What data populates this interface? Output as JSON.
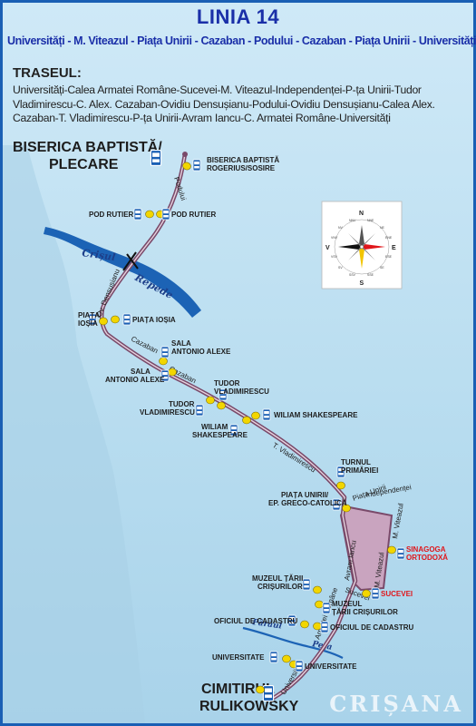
{
  "header": {
    "title": "LINIA 14",
    "subtitle": "Universități - M. Viteazul - Piața Unirii - Cazaban - Podului - Cazaban - Piața Unirii - Universități"
  },
  "route": {
    "label": "TRASEUL:",
    "description": "Universități-Calea Armatei Române-Sucevei-M. Viteazul-Independenței-P-ța Unirii-Tudor Vladimirescu-C. Alex. Cazaban-Ovidiu Densușianu-Podului-Ovidiu Densușianu-Calea Alex. Cazaban-T. Vladimirescu-P-ța Unirii-Avram Iancu-C. Armatei Române-Universități"
  },
  "terminals": {
    "start_line1": "BISERICA BAPTISTĂ/",
    "start_line2": "PLECARE",
    "end_line1": "CIMITIRUL",
    "end_line2": "RULIKOWSKY"
  },
  "stops": {
    "rogerius_1": "BISERICA BAPTISTĂ",
    "rogerius_2": "ROGERIUS/SOSIRE",
    "pod_rutier_left": "POD RUTIER",
    "pod_rutier_right": "POD RUTIER",
    "piata_iosia_left_1": "PIAȚA",
    "piata_iosia_left_2": "IOȘIA",
    "piata_iosia_right": "PIAȚA IOȘIA",
    "sala_right_1": "SALA",
    "sala_right_2": "ANTONIO ALEXE",
    "sala_left_1": "SALA",
    "sala_left_2": "ANTONIO ALEXE",
    "tudor_right_1": "TUDOR",
    "tudor_right_2": "VLADIMIRESCU",
    "tudor_left_1": "TUDOR",
    "tudor_left_2": "VLADIMIRESCU",
    "wiliam_right": "WILIAM SHAKESPEARE",
    "wiliam_left_1": "WILIAM",
    "wiliam_left_2": "SHAKESPEARE",
    "turnul_1": "TURNUL",
    "turnul_2": "PRIMĂRIEI",
    "unirii_1": "PIAȚA UNIRII/",
    "unirii_2": "EP. GRECO-CATOLICĂ",
    "sinagoga_1": "SINAGOGA",
    "sinagoga_2": "ORTODOXĂ",
    "sucevei": "SUCEVEI",
    "muzeul_left_1": "MUZEUL ȚĂRII",
    "muzeul_left_2": "CRIȘURILOR",
    "muzeul_right_1": "MUZEUL",
    "muzeul_right_2": "ȚĂRII CRIȘURILOR",
    "cadastru_left": "OFICIUL DE CADASTRU",
    "cadastru_right": "OFICIUL DE CADASTRU",
    "universitate_left": "UNIVERSITATE",
    "universitate_right": "UNIVERSITATE"
  },
  "streets": {
    "podului": "Podului",
    "ov_densusianu": "Ov. Densușianu",
    "cazaban_1": "Cazaban",
    "cazaban_2": "Cazaban",
    "t_vladimirescu": "T. Vladimirescu",
    "piata_unirii": "Piața Unirii",
    "independentei": "Independenței",
    "m_viteazul": "M. Viteazul",
    "avram_iancu": "Avram Iancu",
    "sucevei": "Sucevei",
    "armatei_romane": "Armatei Române",
    "universitatii": "Universității"
  },
  "rivers": {
    "crisul": "Crișul",
    "repede": "Repede",
    "paraul": "Pârâul",
    "pera": "Peța"
  },
  "compass": {
    "n": "N",
    "s": "S",
    "e": "E",
    "v": "V",
    "nne": "NNE",
    "ene": "ENE",
    "ese": "ESE",
    "sse": "SSE",
    "ssv": "SSV",
    "vsv": "VSV",
    "vnv": "VNV",
    "nnv": "NNV",
    "ne": "NE",
    "se": "SE",
    "sv": "SV",
    "nv": "NV"
  },
  "watermark": "CRIȘANA",
  "colors": {
    "title": "#1a2fa8",
    "route_line": "#7a4a6a",
    "stop_marker": "#f2d600",
    "bus_sign": "#1a5fb4",
    "alert_red": "#e0161b",
    "plaza": "#c9a4bf"
  }
}
